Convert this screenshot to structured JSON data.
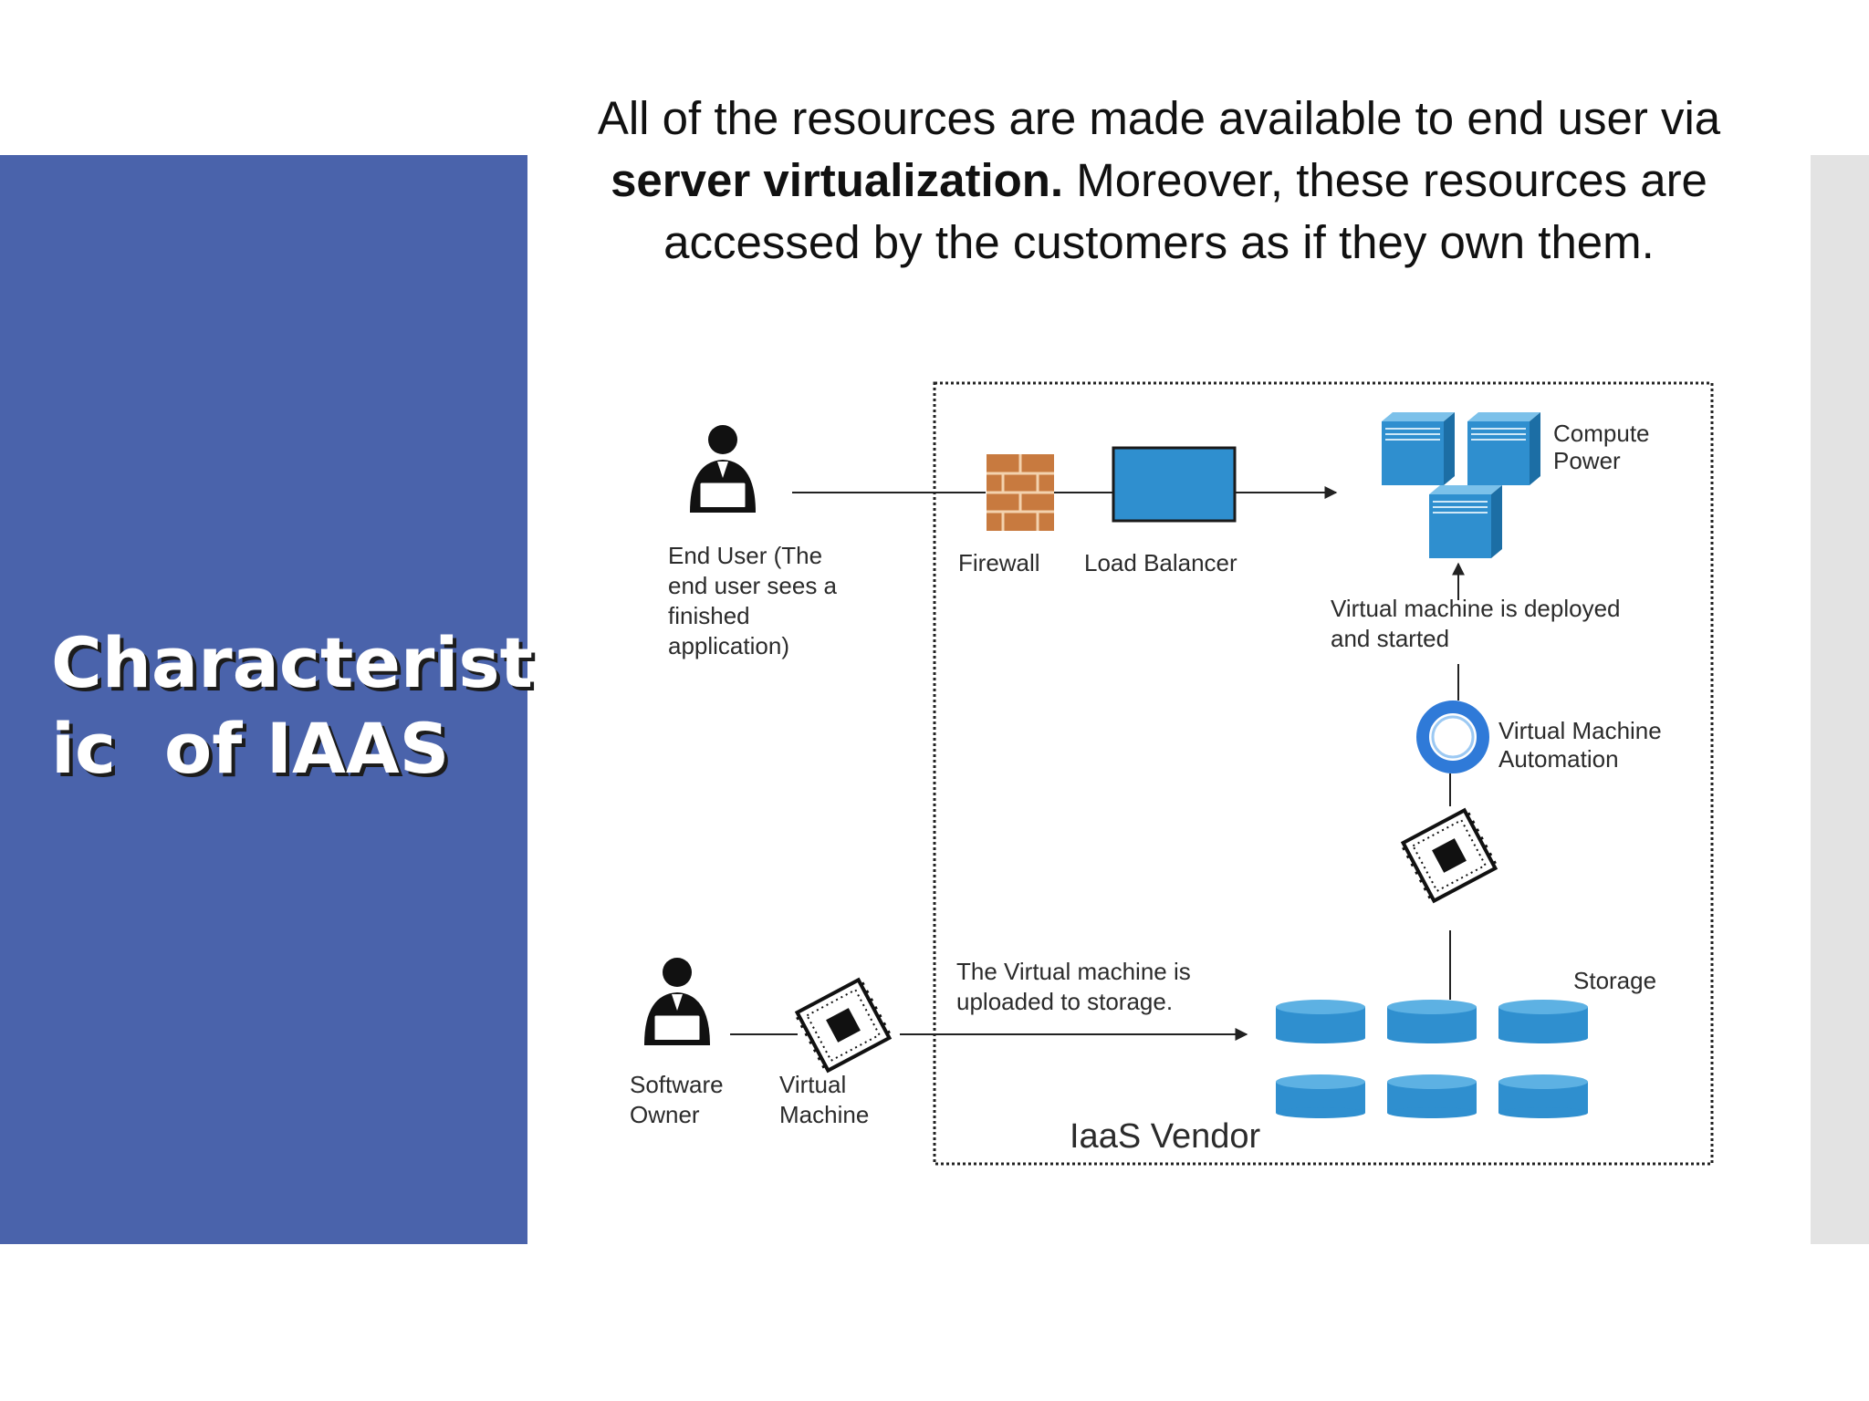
{
  "slide": {
    "title": "Characterist\nic  of IAAS",
    "intro": {
      "part1": "All of the resources are made available to end user via ",
      "bold": "server virtualization.",
      "part2": " Moreover, these resources are accessed by the customers as if they own them."
    }
  },
  "diagram": {
    "end_user_label": [
      "End User    (The",
      "end user sees a",
      "finished",
      "application)"
    ],
    "firewall_label": "Firewall",
    "load_balancer_label": "Load Balancer",
    "compute_power_label": [
      "Compute",
      "Power"
    ],
    "deployed_label": [
      "Virtual machine is deployed",
      "and started"
    ],
    "vm_automation_label": [
      "Virtual Machine",
      "Automation"
    ],
    "uploaded_label": [
      "The Virtual machine is",
      "uploaded to storage."
    ],
    "storage_label": "Storage",
    "software_owner_label": [
      "Software",
      "Owner"
    ],
    "virtual_machine_label": [
      "Virtual",
      "Machine"
    ],
    "vendor_label": "IaaS Vendor"
  },
  "colors": {
    "panel_blue": "#4a63ab",
    "diagram_blue": "#2f8fcf",
    "firewall_brick": "#c87a3f",
    "right_strip": "#e3e3e3"
  },
  "icons": [
    "user-laptop-icon",
    "firewall-icon",
    "server-icon",
    "ring-icon",
    "chip-icon",
    "storage-disk-icon"
  ]
}
